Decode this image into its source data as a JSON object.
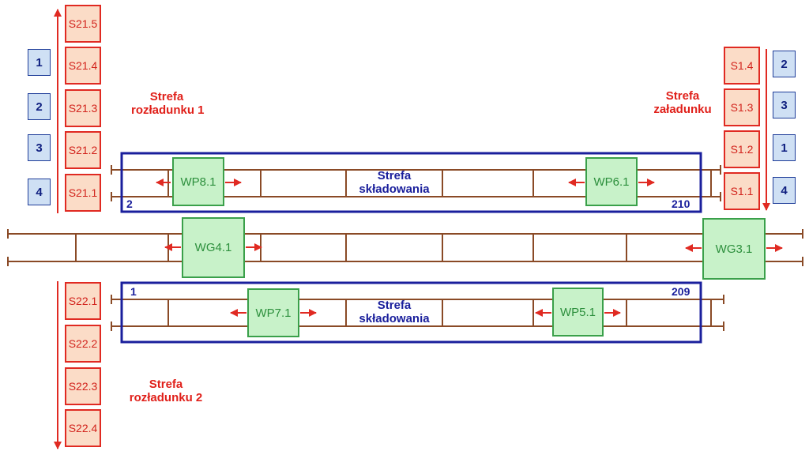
{
  "unloading_zone_1": {
    "label_line1": "Strefa",
    "label_line2": "rozładunku 1",
    "slots": [
      "S21.5",
      "S21.4",
      "S21.3",
      "S21.2",
      "S21.1"
    ],
    "numbers": [
      "1",
      "2",
      "3",
      "4"
    ]
  },
  "loading_zone": {
    "label_line1": "Strefa",
    "label_line2": "załadunku",
    "slots": [
      "S1.4",
      "S1.3",
      "S1.2",
      "S1.1"
    ],
    "numbers": [
      "2",
      "3",
      "1",
      "4"
    ]
  },
  "unloading_zone_2": {
    "label_line1": "Strefa",
    "label_line2": "rozładunku 2",
    "slots": [
      "S22.1",
      "S22.2",
      "S22.3",
      "S22.4"
    ]
  },
  "storage_zone_top": {
    "label_line1": "Strefa",
    "label_line2": "składowania",
    "left_number": "2",
    "right_number": "210"
  },
  "storage_zone_bottom": {
    "label_line1": "Strefa",
    "label_line2": "składowania",
    "left_number": "1",
    "right_number": "209"
  },
  "machines": {
    "wp8": "WP8.1",
    "wp6": "WP6.1",
    "wg4": "WG4.1",
    "wg3": "WG3.1",
    "wp7": "WP7.1",
    "wp5": "WP5.1"
  },
  "colors": {
    "rail": "#8a4a26",
    "arrow": "#e02a22",
    "zone_frame": "#1a1f9c",
    "machine_fill": "#c8f2c9",
    "slot_fill": "#fbdcc7"
  }
}
